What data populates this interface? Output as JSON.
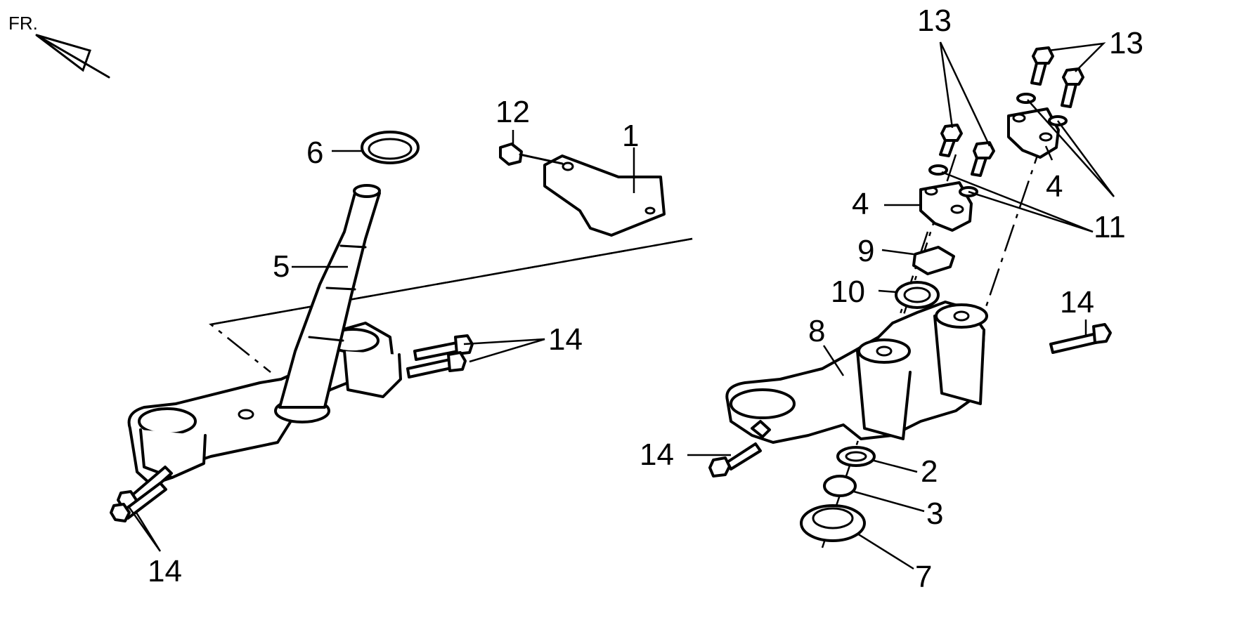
{
  "orientation_label": "FR.",
  "callouts": {
    "c1": "1",
    "c2": "2",
    "c3": "3",
    "c4a": "4",
    "c4b": "4",
    "c5": "5",
    "c6": "6",
    "c7": "7",
    "c8": "8",
    "c9": "9",
    "c10": "10",
    "c11": "11",
    "c12": "12",
    "c13a": "13",
    "c13b": "13",
    "c14a": "14",
    "c14b": "14",
    "c14c": "14",
    "c14d": "14"
  },
  "colors": {
    "ink": "#000000",
    "paper": "#ffffff"
  }
}
